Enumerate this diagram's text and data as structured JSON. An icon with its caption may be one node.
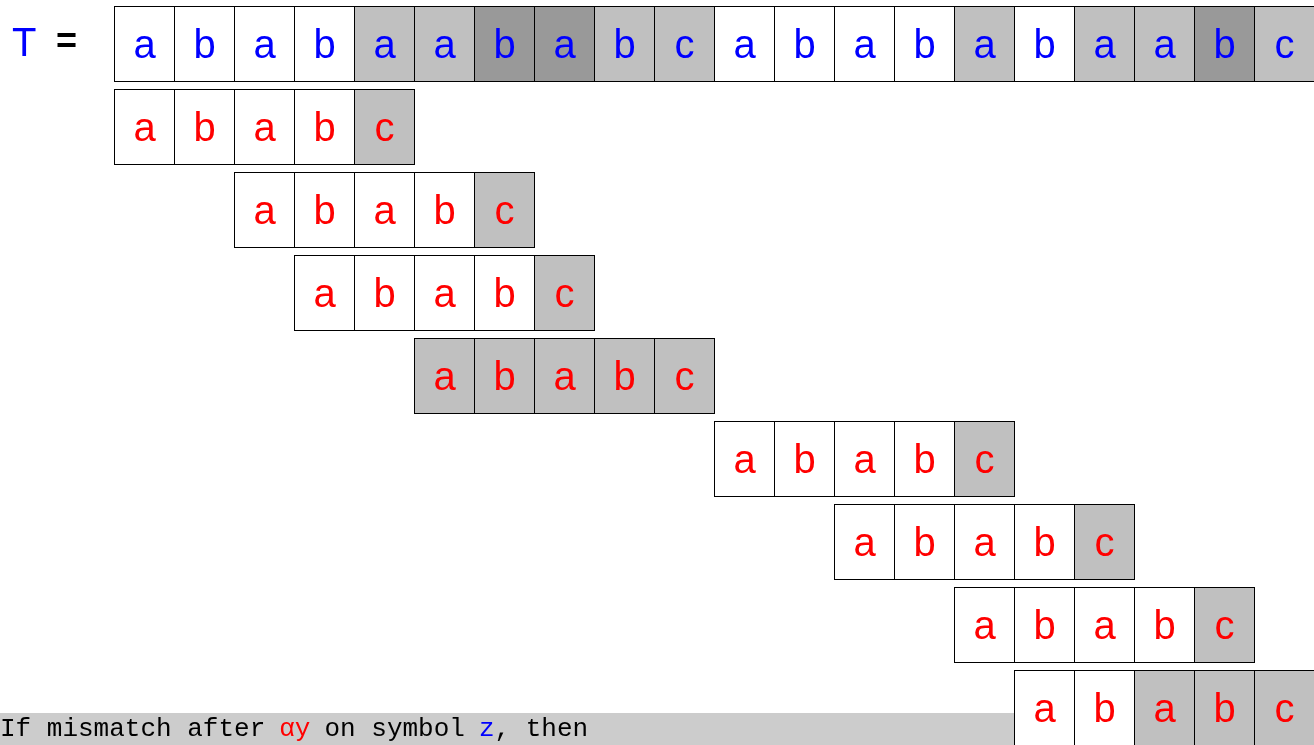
{
  "diagram": {
    "nodes": [
      {
        "text": [
          "a"
        ]
      },
      {
        "text": [
          "b"
        ]
      },
      {
        "text": [
          "a"
        ]
      },
      {
        "text": [
          "b"
        ]
      },
      {
        "text": [
          "a"
        ]
      },
      {
        "text": [
          "a"
        ]
      },
      {
        "text": [
          "b"
        ]
      },
      {
        "text": [
          "a"
        ]
      },
      {
        "text": [
          "b"
        ]
      },
      {
        "text": [
          "c"
        ]
      },
      {
        "text": [
          "a"
        ]
      },
      {
        "text": [
          "b"
        ]
      },
      {
        "text": [
          "a"
        ]
      },
      {
        "text": [
          "b"
        ]
      },
      {
        "text": [
          "a"
        ]
      },
      {
        "text": [
          "b"
        ]
      },
      {
        "text": [
          "a"
        ]
      },
      {
        "text": [
          "a"
        ]
      },
      {
        "text": [
          "b"
        ]
      },
      {
        "text": [
          "c"
        ]
      },
      {
        "text": [
          "a"
        ]
      },
      {
        "text": [
          "b"
        ]
      },
      {
        "text": [
          "a"
        ]
      },
      {
        "text": [
          "b"
        ]
      },
      {
        "text": [
          "c"
        ]
      },
      {
        "text": [
          "a"
        ]
      },
      {
        "text": [
          "b"
        ]
      },
      {
        "text": [
          "a"
        ]
      },
      {
        "text": [
          "b"
        ]
      },
      {
        "text": [
          "c"
        ]
      },
      {
        "text": [
          "a"
        ]
      },
      {
        "text": [
          "b"
        ]
      },
      {
        "text": [
          "a"
        ]
      },
      {
        "text": [
          "b"
        ]
      },
      {
        "text": [
          "c"
        ]
      },
      {
        "text": [
          "a"
        ]
      },
      {
        "text": [
          "b"
        ]
      },
      {
        "text": [
          "a"
        ]
      },
      {
        "text": [
          "b"
        ]
      },
      {
        "text": [
          "c"
        ]
      },
      {
        "text": [
          "a"
        ]
      },
      {
        "text": [
          "b"
        ]
      },
      {
        "text": [
          "a"
        ]
      },
      {
        "text": [
          "b"
        ]
      },
      {
        "text": [
          "c"
        ]
      },
      {
        "text": [
          "a"
        ]
      },
      {
        "text": [
          "b"
        ]
      },
      {
        "text": [
          "a"
        ]
      },
      {
        "text": [
          "b"
        ]
      },
      {
        "text": [
          "c"
        ]
      },
      {
        "text": [
          "a"
        ]
      },
      {
        "text": [
          "b"
        ]
      },
      {
        "text": [
          "a"
        ]
      },
      {
        "text": [
          "b"
        ]
      },
      {
        "text": [
          "c"
        ]
      },
      {
        "text": [
          "a"
        ]
      },
      {
        "text": [
          "b"
        ]
      },
      {
        "text": [
          "a"
        ]
      },
      {
        "text": [
          "b"
        ]
      },
      {
        "text": [
          "c"
        ]
      }
    ],
    "labels": [
      "T",
      "=",
      "If mismatch after",
      "αy",
      "on symbol",
      "z",
      ", then"
    ]
  }
}
